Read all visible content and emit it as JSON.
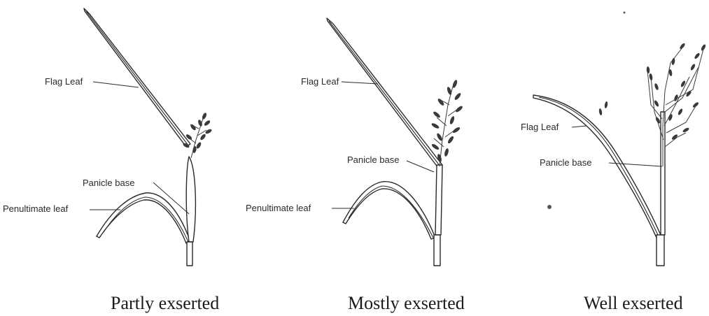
{
  "panels": [
    {
      "caption": "Partly exserted",
      "labels": {
        "flag_leaf": "Flag Leaf",
        "panicle_base": "Panicle base",
        "penultimate_leaf": "Penultimate leaf"
      }
    },
    {
      "caption": "Mostly exserted",
      "labels": {
        "flag_leaf": "Flag Leaf",
        "panicle_base": "Panicle base",
        "penultimate_leaf": "Penultimate leaf"
      }
    },
    {
      "caption": "Well exserted",
      "labels": {
        "flag_leaf": "Flag Leaf",
        "panicle_base": "Panicle base"
      }
    }
  ]
}
